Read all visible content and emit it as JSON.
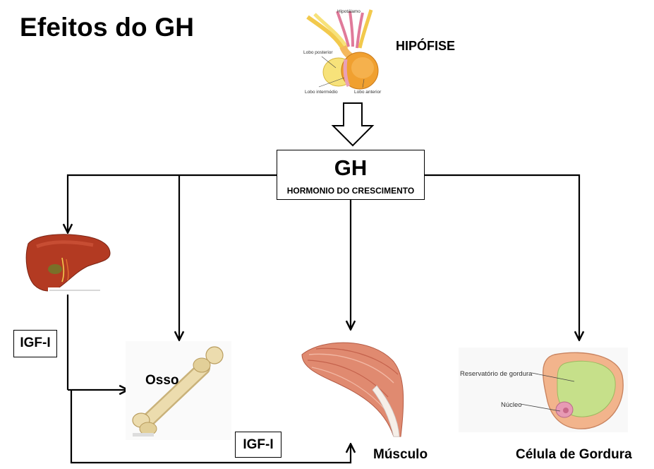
{
  "title": "Efeitos do GH",
  "pituitary": {
    "label": "HIPÓFISE",
    "parts": {
      "hypothalamus": "Hipotálamo",
      "posterior": "Lobo posterior",
      "intermediate": "Lobo intermédio",
      "anterior": "Lobo anterior"
    }
  },
  "gh_box": {
    "title": "GH",
    "subtitle": "HORMONIO DO CRESCIMENTO"
  },
  "targets": {
    "bone": "Osso",
    "muscle": "Músculo",
    "fat_cell": "Célula de Gordura"
  },
  "igf_labels": [
    "IGF-I",
    "IGF-I"
  ],
  "fat_cell_parts": {
    "reservoir": "Reservatório de gordura",
    "nucleus": "Núcleo"
  },
  "colors": {
    "liver": "#b33a22",
    "bone": "#e8d9a8",
    "muscle": "#e08a70",
    "fat_droplet": "#c6e08a",
    "fat_cytoplasm": "#f2b48c",
    "pituitary_anterior": "#f0a030",
    "pituitary_posterior": "#f7e27a"
  }
}
